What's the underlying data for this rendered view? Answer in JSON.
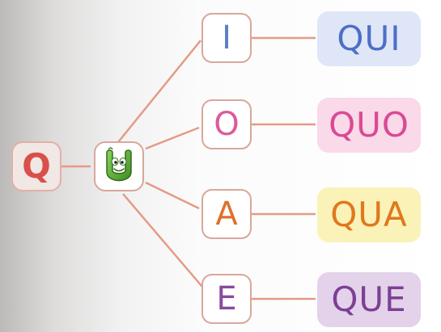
{
  "root": {
    "letter": "Q",
    "color": "#d9504a"
  },
  "vowel_u": {
    "icon": "green-u-letter-character-icon",
    "color": "#5fa63a"
  },
  "branches": [
    {
      "vowel": "I",
      "vowel_color": "#5e7dc4",
      "syllable": "QUI",
      "syllable_color": "#4d6fc7",
      "syllable_bg": "#dfe6f8"
    },
    {
      "vowel": "O",
      "vowel_color": "#dc5b9b",
      "syllable": "QUO",
      "syllable_color": "#d94a94",
      "syllable_bg": "#fad9e9"
    },
    {
      "vowel": "A",
      "vowel_color": "#e0702c",
      "syllable": "QUA",
      "syllable_color": "#e0781e",
      "syllable_bg": "#fbf2b8"
    },
    {
      "vowel": "E",
      "vowel_color": "#8a4a9c",
      "syllable": "QUE",
      "syllable_color": "#7d3f95",
      "syllable_bg": "#e3d2ea"
    }
  ],
  "line_color": "#e59a85"
}
